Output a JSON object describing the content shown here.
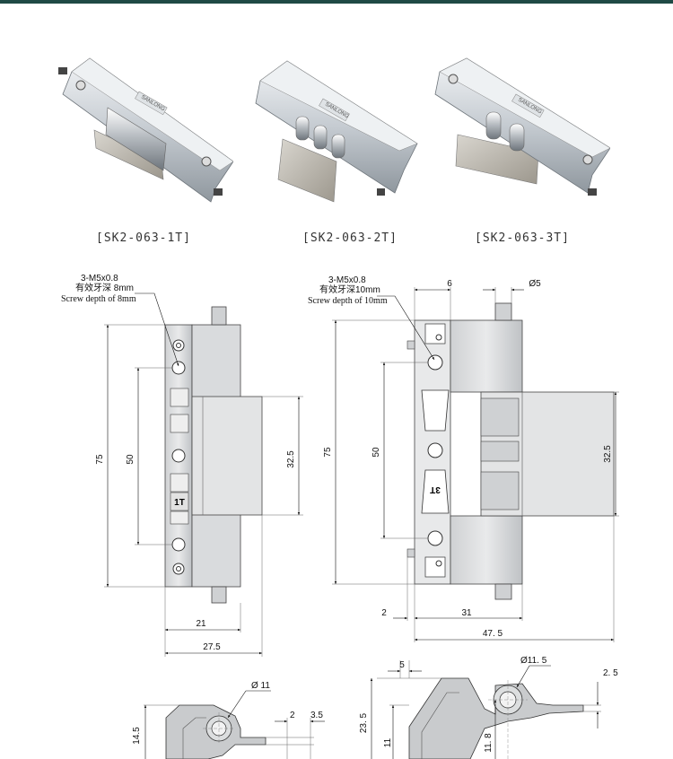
{
  "products": [
    {
      "code": "[SK2-063-1T]",
      "logo": "SANLONG"
    },
    {
      "code": "[SK2-063-2T]",
      "logo": "SANLONG"
    },
    {
      "code": "[SK2-063-3T]",
      "logo": "SANLONG"
    }
  ],
  "drawing_left": {
    "thread_note": "3-M5x0.8",
    "depth_cn": "有效牙深 8mm",
    "depth_en": "Screw depth of 8mm",
    "part_mark": "1T",
    "dims": {
      "height": "75",
      "pitch": "50",
      "leaf": "32.5",
      "width_a": "21",
      "width_b": "27.5"
    }
  },
  "drawing_right": {
    "thread_note": "3-M5x0.8",
    "depth_cn": "有效牙深10mm",
    "depth_en": "Screw depth of 10mm",
    "part_mark": "3T",
    "dims": {
      "top_a": "6",
      "pin": "Ø5",
      "height": "75",
      "pitch": "50",
      "leaf": "32.5",
      "offset": "2",
      "width_a": "31",
      "width_b": "47. 5"
    }
  },
  "section_left": {
    "dims": {
      "dia": "Ø 11",
      "height": "14.5",
      "gap": "2",
      "thick": "3.5"
    }
  },
  "section_right": {
    "dims": {
      "top": "5",
      "dia": "Ø11. 5",
      "thick": "2. 5",
      "height": "23. 5",
      "base": "11",
      "center": "11. 8"
    }
  }
}
